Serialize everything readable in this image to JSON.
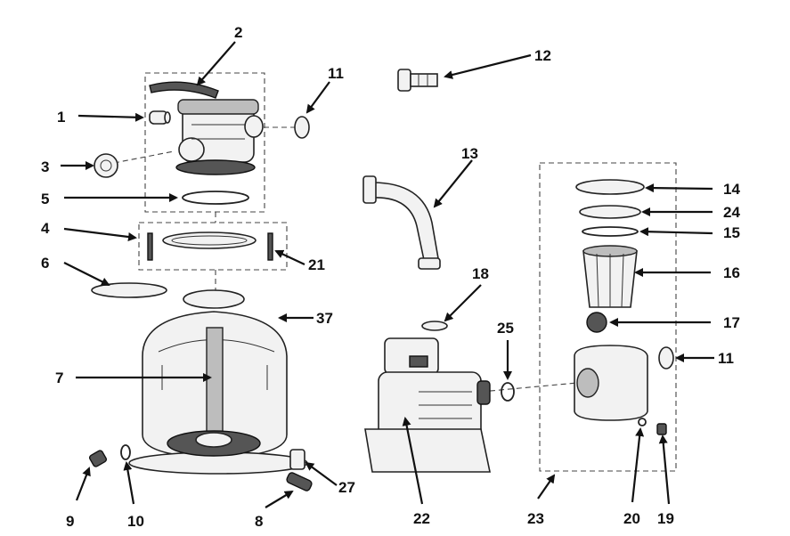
{
  "labels": [
    "1",
    "2",
    "3",
    "4",
    "5",
    "6",
    "7",
    "8",
    "9",
    "10",
    "11",
    "12",
    "13",
    "14",
    "15",
    "16",
    "17",
    "18",
    "19",
    "20",
    "21",
    "22",
    "23",
    "24",
    "25",
    "27",
    "37"
  ],
  "label_11b": "11",
  "colors": {
    "line": "#111111",
    "part_fill": "#f2f2f2",
    "dark_fill": "#555555"
  }
}
